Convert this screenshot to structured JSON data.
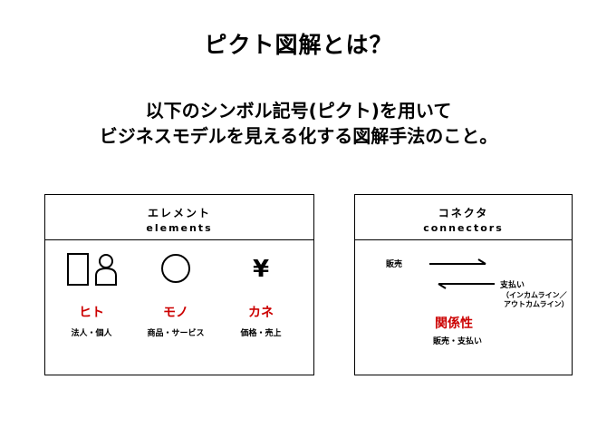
{
  "title": "ピクト図解とは？",
  "subtitle": {
    "line1": "以下のシンボル記号(ピクト)を用いて",
    "line2": "ビジネスモデルを見える化する図解手法のこと。"
  },
  "elements_box": {
    "title_ja": "エレメント",
    "title_en": "elements",
    "items": [
      {
        "label": "ヒト",
        "sub": "法人・個人",
        "icon": "person-icons"
      },
      {
        "label": "モノ",
        "sub": "商品・サービス",
        "icon": "circle-icon"
      },
      {
        "label": "カネ",
        "sub": "価格・売上",
        "icon": "yen-icon",
        "symbol": "¥"
      }
    ]
  },
  "connectors_box": {
    "title_ja": "コネクタ",
    "title_en": "connectors",
    "sales": "販売",
    "payment": "支払い",
    "payment_note_1": "（インカムライン／",
    "payment_note_2": "アウトカムライン）",
    "relation_label": "関係性",
    "relation_sub": "販売・支払い"
  },
  "colors": {
    "accent": "#cc0000"
  }
}
